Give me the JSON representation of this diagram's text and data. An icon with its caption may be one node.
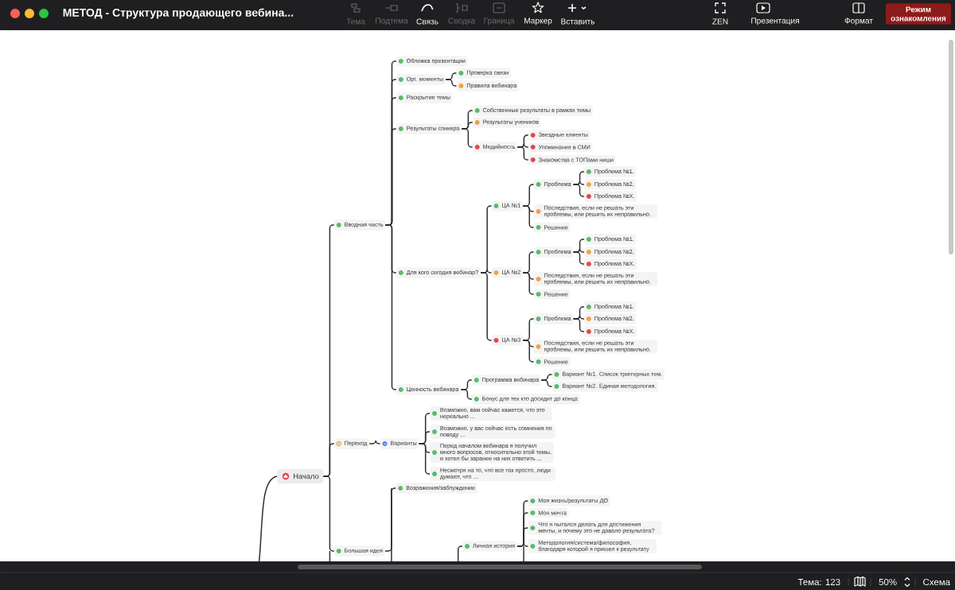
{
  "diagram": {
    "title": "МЕТОД - Структура продающего вебина...",
    "nodes": [
      {
        "text": [
          "Начало"
        ]
      },
      {
        "text": [
          "Вводная часть"
        ]
      },
      {
        "text": [
          "Обложка презентации"
        ]
      },
      {
        "text": [
          "Орг. моменты"
        ]
      },
      {
        "text": [
          "Проверка связи"
        ]
      },
      {
        "text": [
          "Правила вебинара"
        ]
      },
      {
        "text": [
          "Раскрытие темы"
        ]
      },
      {
        "text": [
          "Результаты спикера"
        ]
      },
      {
        "text": [
          "Собственные результаты в рамках темы"
        ]
      },
      {
        "text": [
          "Результаты учеников"
        ]
      },
      {
        "text": [
          "Медийность"
        ]
      },
      {
        "text": [
          "Звездные клиенты"
        ]
      },
      {
        "text": [
          "Упоминания в СМИ"
        ]
      },
      {
        "text": [
          "Знакомства с ТОПами ниши"
        ]
      },
      {
        "text": [
          "Для кого сегодня вебинар?"
        ]
      },
      {
        "text": [
          "ЦА №1"
        ]
      },
      {
        "text": [
          "Проблема"
        ]
      },
      {
        "text": [
          "Проблема №1."
        ]
      },
      {
        "text": [
          "Проблема №2."
        ]
      },
      {
        "text": [
          "Проблема №X."
        ]
      },
      {
        "text": [
          "Последствия, если не решать эти проблемы, или решить их неправильно."
        ]
      },
      {
        "text": [
          "Решение"
        ]
      },
      {
        "text": [
          "ЦА №2"
        ]
      },
      {
        "text": [
          "Проблема"
        ]
      },
      {
        "text": [
          "Проблема №1."
        ]
      },
      {
        "text": [
          "Проблема №2."
        ]
      },
      {
        "text": [
          "Проблема №X."
        ]
      },
      {
        "text": [
          "Последствия, если не решать эти проблемы, или решить их неправильно."
        ]
      },
      {
        "text": [
          "Решение"
        ]
      },
      {
        "text": [
          "ЦА №3"
        ]
      },
      {
        "text": [
          "Проблема"
        ]
      },
      {
        "text": [
          "Проблема №1."
        ]
      },
      {
        "text": [
          "Проблема №2."
        ]
      },
      {
        "text": [
          "Проблема №X."
        ]
      },
      {
        "text": [
          "Последствия, если не решать эти проблемы, или решить их неправильно."
        ]
      },
      {
        "text": [
          "Решение"
        ]
      },
      {
        "text": [
          "Ценность вебинара"
        ]
      },
      {
        "text": [
          "Программа вебинара"
        ]
      },
      {
        "text": [
          "Вариант №1. Список триггерных тем."
        ]
      },
      {
        "text": [
          "Вариант №2. Единая методология."
        ]
      },
      {
        "text": [
          "Бонус для тех кто досидит до конца"
        ]
      },
      {
        "text": [
          "Переход"
        ]
      },
      {
        "text": [
          "Варианты"
        ]
      },
      {
        "text": [
          "Возможно, вам сейчас кажется, что это нереально ..."
        ]
      },
      {
        "text": [
          "Возможно, у вас сейчас есть сомнения по поводу ..."
        ]
      },
      {
        "text": [
          "Перед началом вебинара я получил много вопросов, относительно этой темы, и хотел бы заранее на них ответить ..."
        ]
      },
      {
        "text": [
          "Несмотря на то, что все так просто, люди думают, что ..."
        ]
      },
      {
        "text": [
          "Большая идея"
        ]
      },
      {
        "text": [
          "Возражения/заблуждение"
        ]
      },
      {
        "text": [
          "Личная история"
        ]
      },
      {
        "text": [
          "Моя жизнь/результаты ДО"
        ]
      },
      {
        "text": [
          "Моя мечта"
        ]
      },
      {
        "text": [
          "Что я пытался делать для достижения мечты, и почему это не давало результата?"
        ]
      },
      {
        "text": [
          "Методология/система/философия, благодаря которой я пришел к результату"
        ]
      }
    ],
    "edges": [
      {
        "from": null,
        "to": 0,
        "arrow": "none"
      },
      {
        "from": 0,
        "to": 1,
        "arrow": "none"
      },
      {
        "from": 1,
        "to": 2,
        "arrow": "none"
      },
      {
        "from": 1,
        "to": 3,
        "arrow": "none"
      },
      {
        "from": 3,
        "to": 4,
        "arrow": "none"
      },
      {
        "from": 3,
        "to": 5,
        "arrow": "none"
      },
      {
        "from": 1,
        "to": 6,
        "arrow": "none"
      },
      {
        "from": 1,
        "to": 7,
        "arrow": "none"
      },
      {
        "from": 7,
        "to": 8,
        "arrow": "none"
      },
      {
        "from": 7,
        "to": 9,
        "arrow": "none"
      },
      {
        "from": 7,
        "to": 10,
        "arrow": "none"
      },
      {
        "from": 10,
        "to": 11,
        "arrow": "none"
      },
      {
        "from": 10,
        "to": 12,
        "arrow": "none"
      },
      {
        "from": 10,
        "to": 13,
        "arrow": "none"
      },
      {
        "from": 1,
        "to": 14,
        "arrow": "none"
      },
      {
        "from": 14,
        "to": 15,
        "arrow": "none"
      },
      {
        "from": 15,
        "to": 16,
        "arrow": "none"
      },
      {
        "from": 16,
        "to": 17,
        "arrow": "none"
      },
      {
        "from": 16,
        "to": 18,
        "arrow": "none"
      },
      {
        "from": 16,
        "to": 19,
        "arrow": "none"
      },
      {
        "from": 15,
        "to": 20,
        "arrow": "none"
      },
      {
        "from": 15,
        "to": 21,
        "arrow": "none"
      },
      {
        "from": 14,
        "to": 22,
        "arrow": "none"
      },
      {
        "from": 22,
        "to": 23,
        "arrow": "none"
      },
      {
        "from": 23,
        "to": 24,
        "arrow": "none"
      },
      {
        "from": 23,
        "to": 25,
        "arrow": "none"
      },
      {
        "from": 23,
        "to": 26,
        "arrow": "none"
      },
      {
        "from": 22,
        "to": 27,
        "arrow": "none"
      },
      {
        "from": 22,
        "to": 28,
        "arrow": "none"
      },
      {
        "from": 14,
        "to": 29,
        "arrow": "none"
      },
      {
        "from": 29,
        "to": 30,
        "arrow": "none"
      },
      {
        "from": 30,
        "to": 31,
        "arrow": "none"
      },
      {
        "from": 30,
        "to": 32,
        "arrow": "none"
      },
      {
        "from": 30,
        "to": 33,
        "arrow": "none"
      },
      {
        "from": 29,
        "to": 34,
        "arrow": "none"
      },
      {
        "from": 29,
        "to": 35,
        "arrow": "none"
      },
      {
        "from": 1,
        "to": 36,
        "arrow": "none"
      },
      {
        "from": 36,
        "to": 37,
        "arrow": "none"
      },
      {
        "from": 37,
        "to": 38,
        "arrow": "none"
      },
      {
        "from": 37,
        "to": 39,
        "arrow": "none"
      },
      {
        "from": 36,
        "to": 40,
        "arrow": "none"
      },
      {
        "from": 0,
        "to": 41,
        "arrow": "none"
      },
      {
        "from": 41,
        "to": 42,
        "arrow": "none"
      },
      {
        "from": 42,
        "to": 43,
        "arrow": "none"
      },
      {
        "from": 42,
        "to": 44,
        "arrow": "none"
      },
      {
        "from": 42,
        "to": 45,
        "arrow": "none"
      },
      {
        "from": 42,
        "to": 46,
        "arrow": "none"
      },
      {
        "from": 0,
        "to": 47,
        "arrow": "none"
      },
      {
        "from": 47,
        "to": 48,
        "arrow": "none"
      },
      {
        "from": null,
        "to": 49,
        "arrow": "none"
      },
      {
        "from": 49,
        "to": 50,
        "arrow": "none"
      },
      {
        "from": 49,
        "to": 51,
        "arrow": "none"
      },
      {
        "from": 49,
        "to": 52,
        "arrow": "none"
      },
      {
        "from": 49,
        "to": 53,
        "arrow": "none"
      }
    ],
    "labels": [
      "Тема",
      "Подтема",
      "Связь",
      "Сводка",
      "Граница",
      "Маркер",
      "Вставить",
      "ZEN",
      "Презентация",
      "Формат",
      "Режим ознакомления",
      "Тема: 123",
      "50%",
      "Схема"
    ]
  }
}
